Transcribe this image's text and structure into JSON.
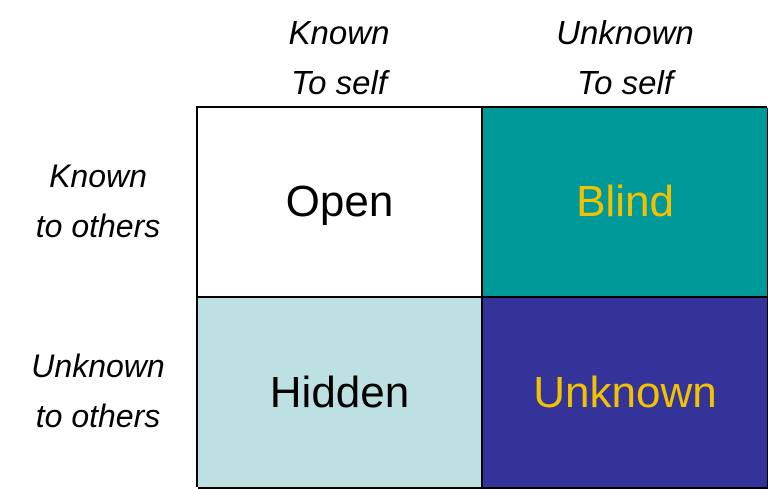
{
  "columns": [
    {
      "line1": "Known",
      "line2": "To self"
    },
    {
      "line1": "Unknown",
      "line2": "To self"
    }
  ],
  "rows": [
    {
      "line1": "Known",
      "line2": "to others"
    },
    {
      "line1": "Unknown",
      "line2": "to others"
    }
  ],
  "quadrants": {
    "open": {
      "label": "Open",
      "bg": "#ffffff",
      "color": "#000000"
    },
    "blind": {
      "label": "Blind",
      "bg": "#009999",
      "color": "#f2c200"
    },
    "hidden": {
      "label": "Hidden",
      "bg": "#bde0e3",
      "color": "#000000"
    },
    "unknown": {
      "label": "Unknown",
      "bg": "#333399",
      "color": "#f2c200"
    }
  }
}
